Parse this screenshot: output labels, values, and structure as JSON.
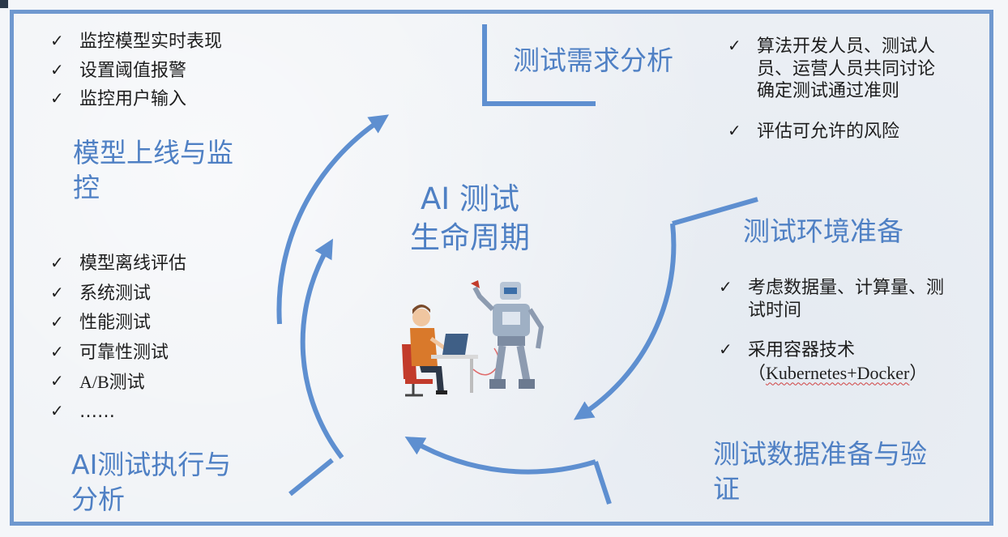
{
  "center": {
    "line1": "AI 测试",
    "line2": "生命周期"
  },
  "stages": {
    "requirements": {
      "title": "测试需求分析"
    },
    "environment": {
      "title": "测试环境准备"
    },
    "data": {
      "title_line1": "测试数据准备与验",
      "title_line2": "证"
    },
    "execution": {
      "title_line1": "AI测试执行与",
      "title_line2": "分析"
    },
    "deployment": {
      "title_line1": "模型上线与监",
      "title_line2": "控"
    }
  },
  "lists": {
    "deployment": [
      "监控模型实时表现",
      "设置阈值报警",
      "监控用户输入"
    ],
    "requirements": [
      "算法开发人员、测试人",
      "员、运营人员共同讨论",
      "确定测试通过准则",
      "评估可允许的风险"
    ],
    "environment": [
      "考虑数据量、计算量、测",
      "试时间",
      "采用容器技术",
      "（",
      "Kubernetes+Docker",
      "）"
    ],
    "execution": [
      "模型离线评估",
      "系统测试",
      "性能测试",
      "可靠性测试",
      "A/B测试",
      "……"
    ]
  },
  "check_mark": "✓",
  "colors": {
    "accent": "#4f80c4",
    "frame": "#6f98cf",
    "arrow": "#5e8fd0"
  },
  "icons": {
    "illustration": "robot-and-developer-illustration"
  }
}
